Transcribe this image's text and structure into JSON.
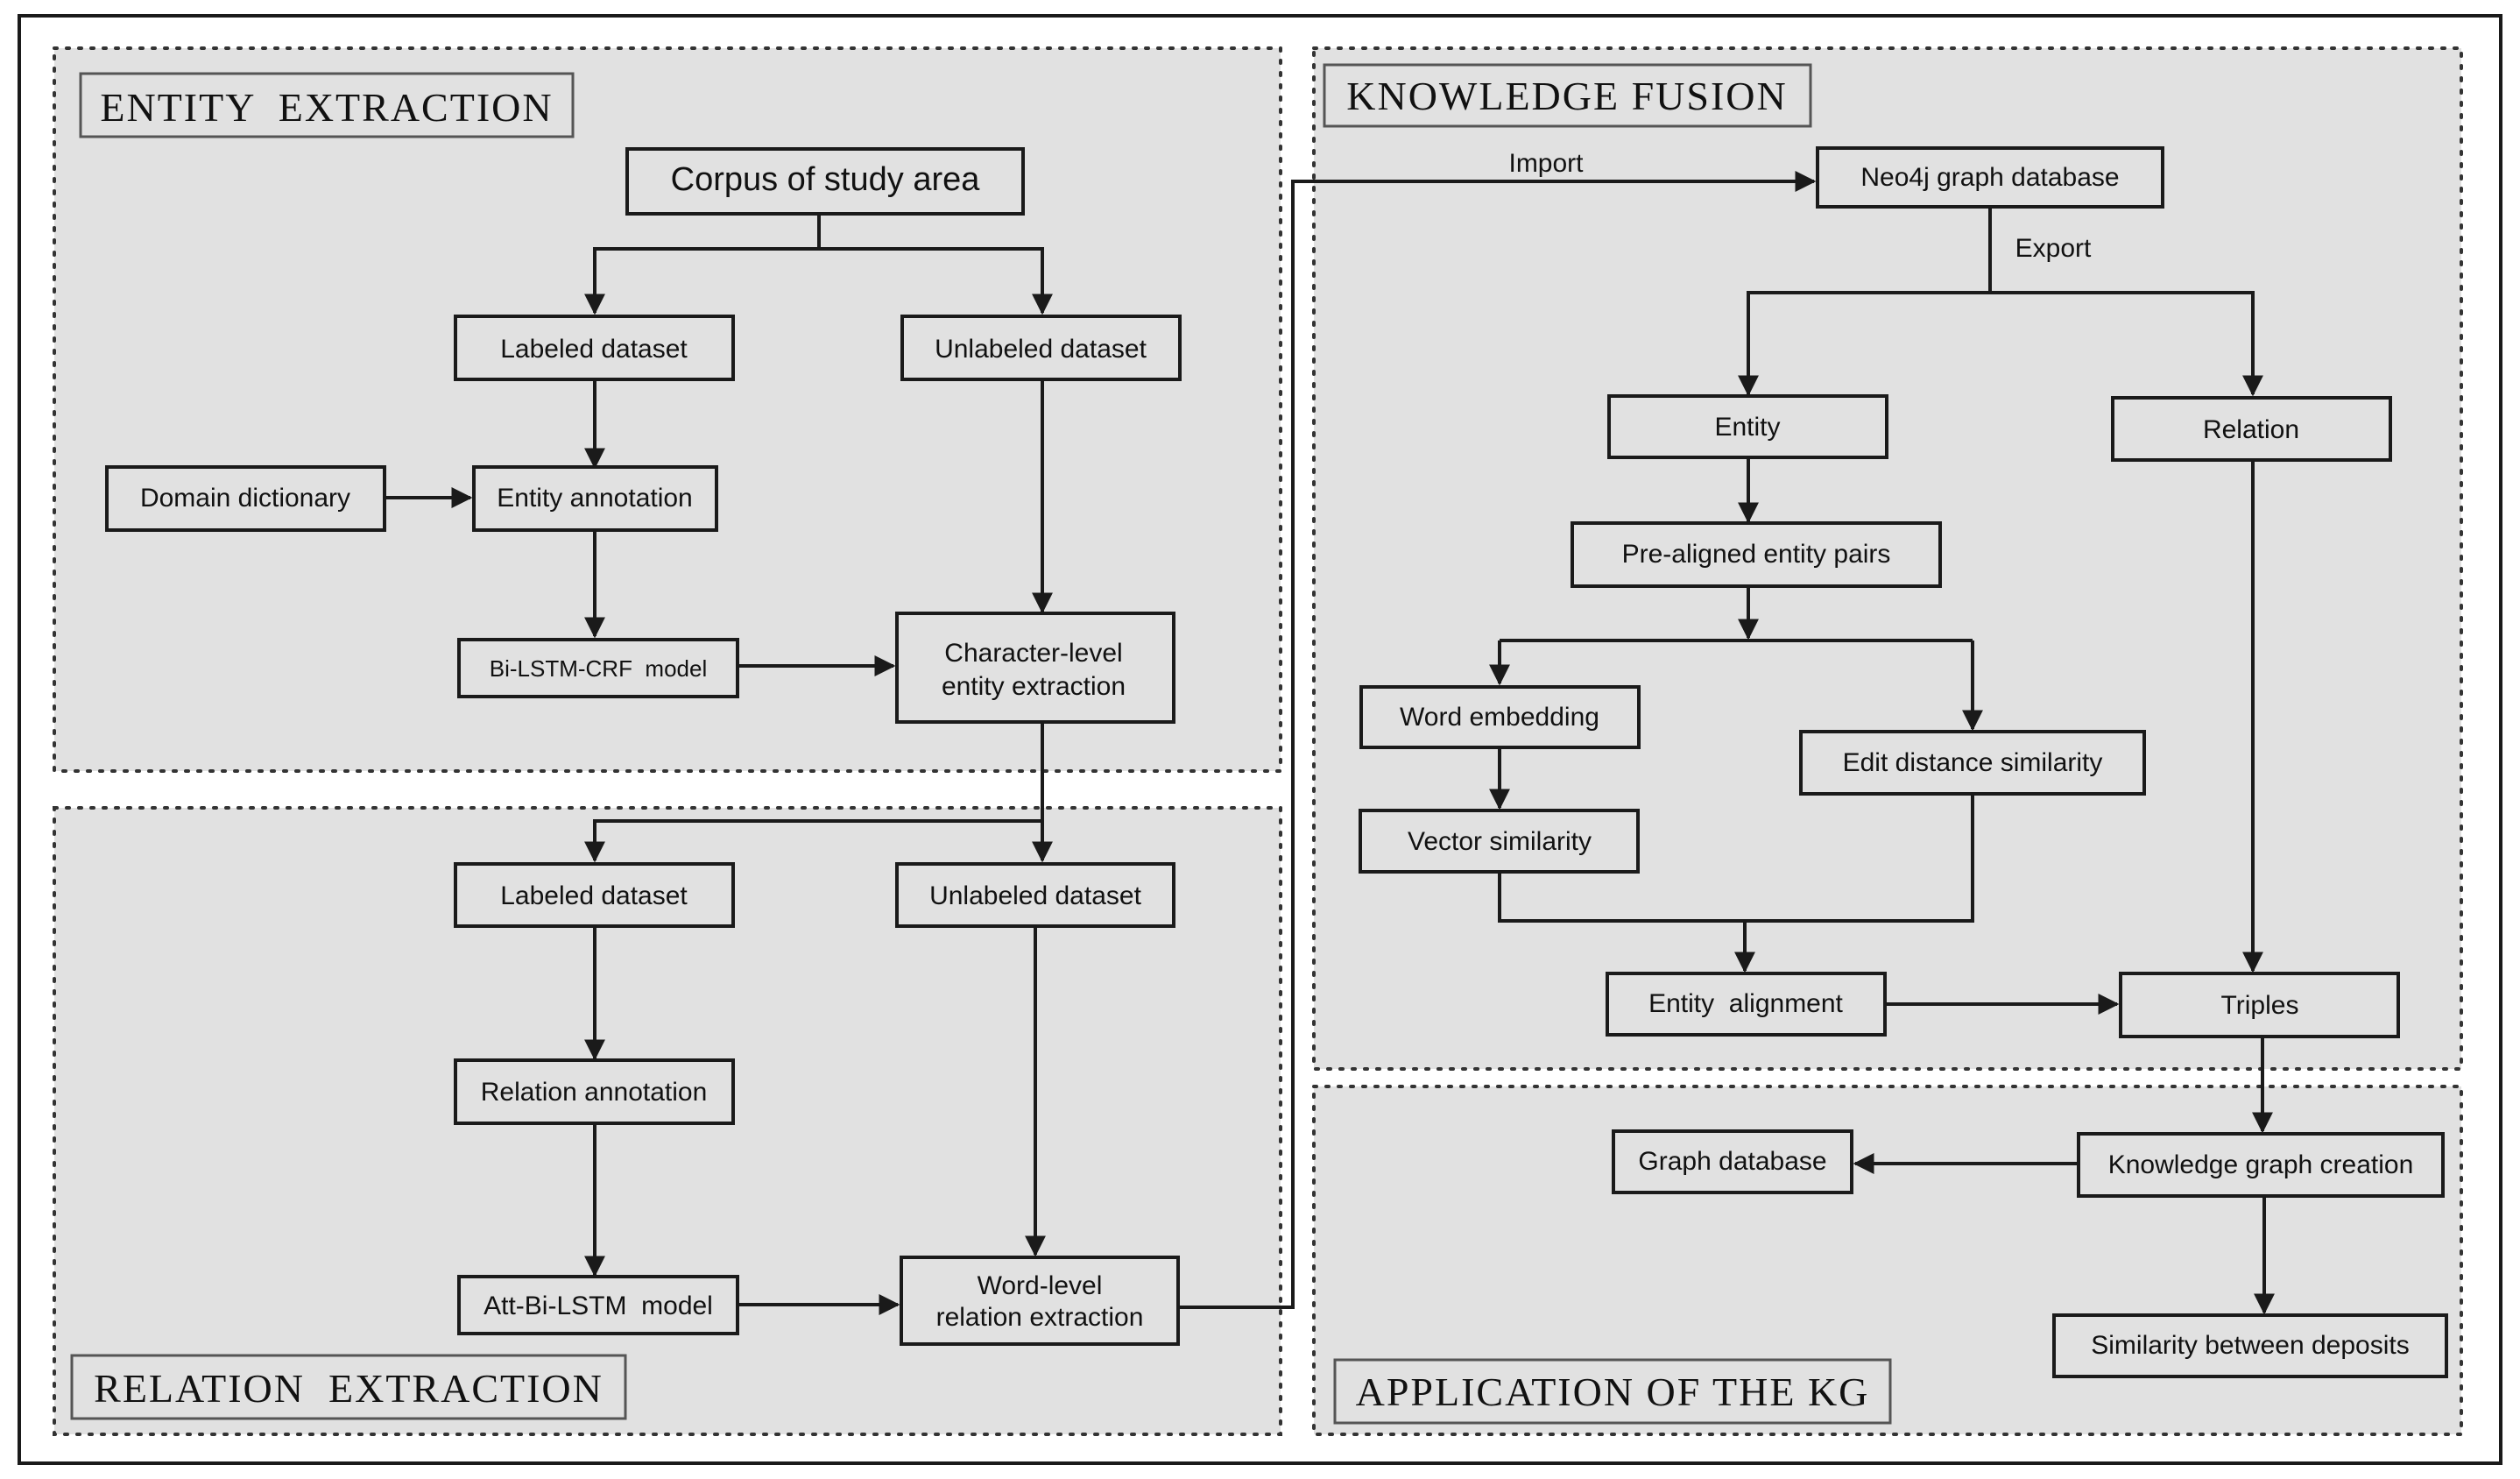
{
  "sections": {
    "entity_extraction": "ENTITY  EXTRACTION",
    "relation_extraction": "RELATION  EXTRACTION",
    "knowledge_fusion": "KNOWLEDGE FUSION",
    "application": "APPLICATION OF THE KG"
  },
  "nodes": {
    "corpus": "Corpus of study area",
    "ee_labeled": "Labeled dataset",
    "ee_unlabeled": "Unlabeled dataset",
    "domain_dictionary": "Domain dictionary",
    "entity_annotation": "Entity annotation",
    "bilstm_crf": "Bi-LSTM-CRF  model",
    "char_level_1": "Character-level",
    "char_level_2": "entity extraction",
    "re_labeled": "Labeled dataset",
    "re_unlabeled": "Unlabeled dataset",
    "relation_annotation": "Relation annotation",
    "att_bilstm": "Att-Bi-LSTM  model",
    "word_level_1": "Word-level",
    "word_level_2": "relation extraction",
    "neo4j": "Neo4j graph database",
    "entity": "Entity",
    "relation": "Relation",
    "pre_aligned": "Pre-aligned entity pairs",
    "word_embedding": "Word embedding",
    "edit_distance": "Edit distance similarity",
    "vector_similarity": "Vector similarity",
    "entity_alignment": "Entity  alignment",
    "triples": "Triples",
    "graph_database": "Graph database",
    "kg_creation": "Knowledge graph creation",
    "similarity_deposits": "Similarity between deposits"
  },
  "edge_labels": {
    "import": "Import",
    "export": "Export"
  }
}
